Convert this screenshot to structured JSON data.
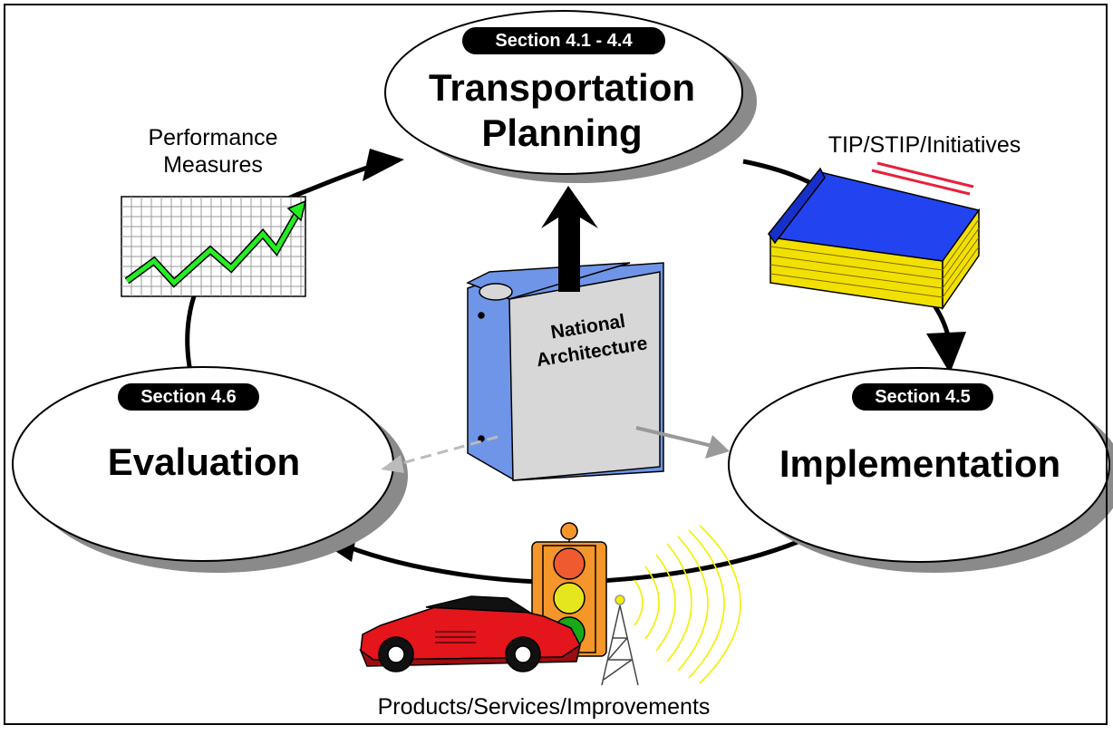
{
  "nodes": {
    "planning": {
      "badge": "Section 4.1 - 4.4",
      "title_line1": "Transportation",
      "title_line2": "Planning"
    },
    "implementation": {
      "badge": "Section 4.5",
      "title": "Implementation"
    },
    "evaluation": {
      "badge": "Section 4.6",
      "title": "Evaluation"
    }
  },
  "center": {
    "line1": "National",
    "line2": "Architecture"
  },
  "captions": {
    "performance_line1": "Performance",
    "performance_line2": "Measures",
    "tip": "TIP/STIP/Initiatives",
    "products": "Products/Services/Improvements"
  },
  "colors": {
    "binder": "#6f95e8",
    "binder_page": "#d7d7d7",
    "book_cover": "#1f3fe0",
    "book_pages": "#f2e000",
    "book_stripe": "#e8203a",
    "chart_grid": "#c8c8c8",
    "chart_line": "#22ee22",
    "car": "#e4151b",
    "traffic_light_housing": "#f4962a",
    "signal_red": "#f05a30",
    "signal_yellow": "#e6e61e",
    "signal_green": "#18a818",
    "signal_waves": "#f2f000"
  },
  "icons": [
    "chart-icon",
    "book-icon",
    "binder-icon",
    "car-icon",
    "traffic-light-icon",
    "antenna-tower-icon"
  ]
}
